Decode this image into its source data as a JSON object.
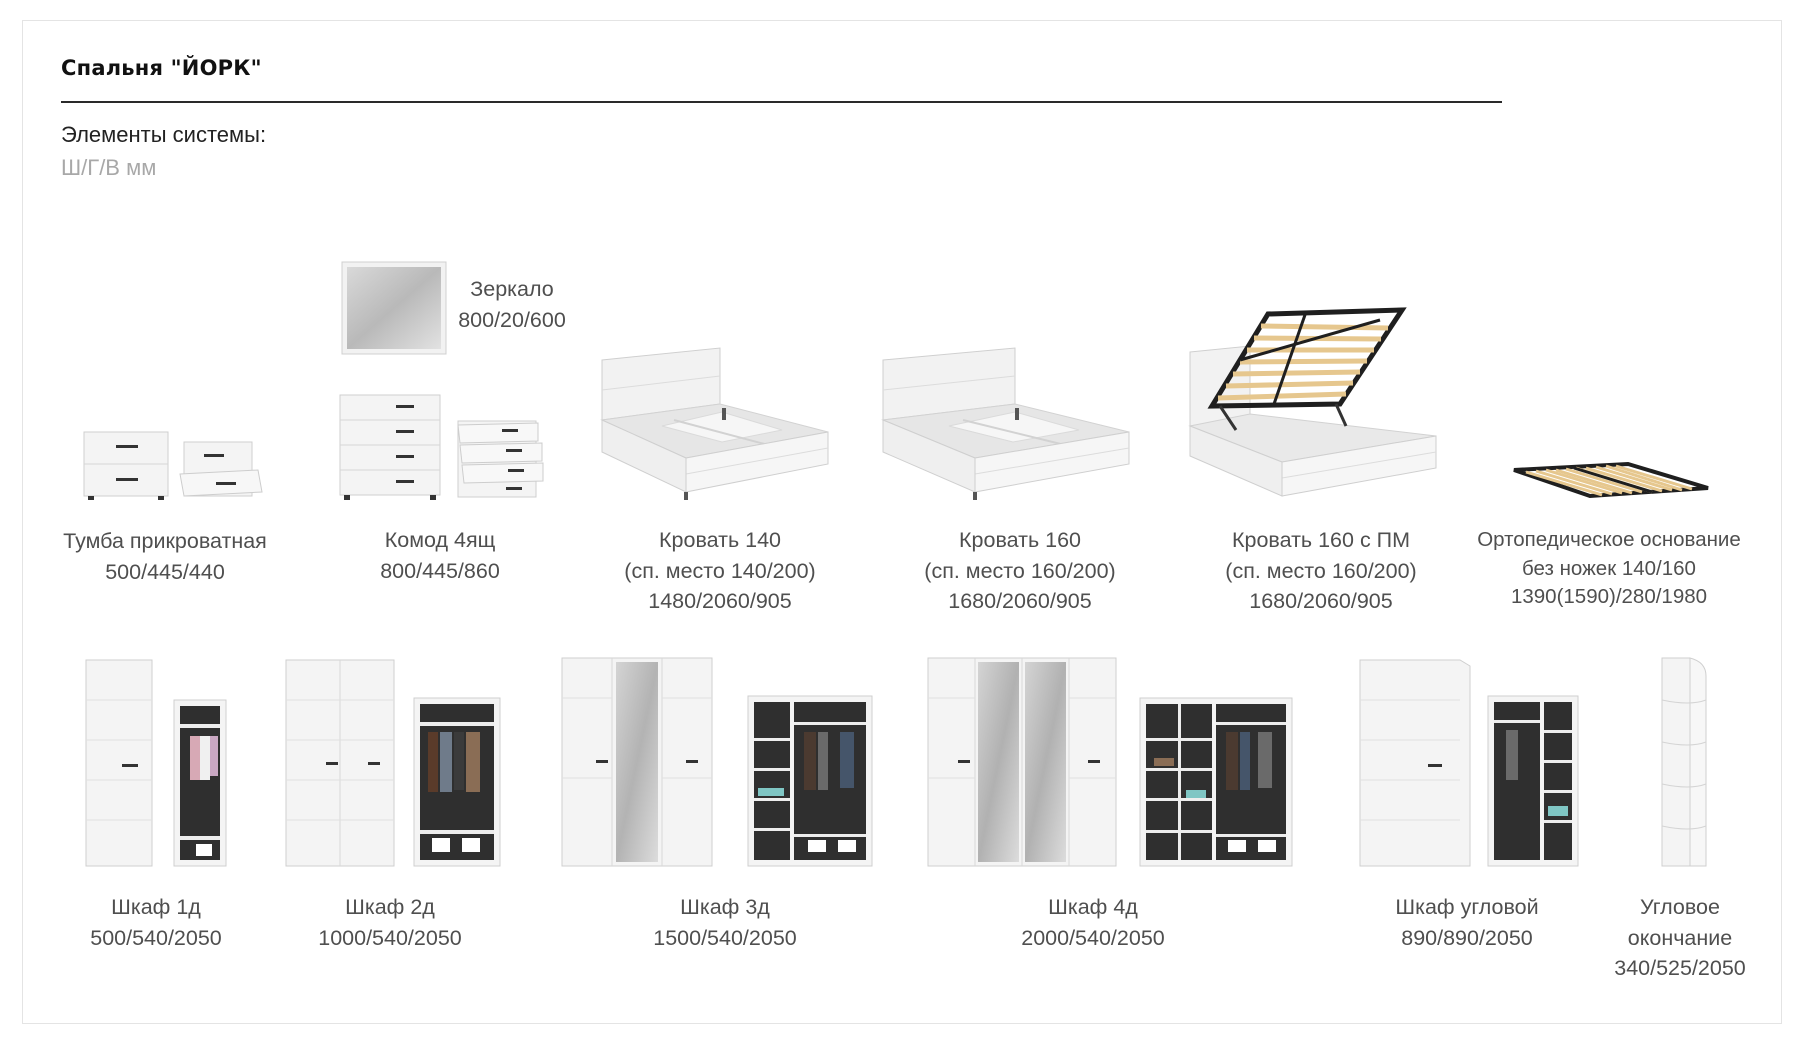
{
  "header": {
    "title": "Спальня \"ЙОРК\"",
    "subtitle": "Элементы системы:",
    "units": "Ш/Г/В мм"
  },
  "items": {
    "mirror": {
      "lines": [
        "Зеркало",
        "800/20/600"
      ]
    },
    "nightstand": {
      "lines": [
        "Тумба прикроватная",
        "500/445/440"
      ]
    },
    "dresser": {
      "lines": [
        "Комод 4ящ",
        "800/445/860"
      ]
    },
    "bed140": {
      "lines": [
        "Кровать 140",
        "(сп. место 140/200)",
        "1480/2060/905"
      ]
    },
    "bed160": {
      "lines": [
        "Кровать 160",
        "(сп. место 160/200)",
        "1680/2060/905"
      ]
    },
    "bed160pm": {
      "lines": [
        "Кровать 160 с ПМ",
        "(сп. место 160/200)",
        "1680/2060/905"
      ]
    },
    "base": {
      "lines": [
        "Ортопедическое основание",
        "без ножек 140/160",
        "1390(1590)/280/1980"
      ]
    },
    "wardrobe1": {
      "lines": [
        "Шкаф 1д",
        "500/540/2050"
      ]
    },
    "wardrobe2": {
      "lines": [
        "Шкаф 2д",
        "1000/540/2050"
      ]
    },
    "wardrobe3": {
      "lines": [
        "Шкаф 3д",
        "1500/540/2050"
      ]
    },
    "wardrobe4": {
      "lines": [
        "Шкаф 4д",
        "2000/540/2050"
      ]
    },
    "corner": {
      "lines": [
        "Шкаф угловой",
        "890/890/2050"
      ]
    },
    "endcap": {
      "lines": [
        "Угловое",
        "окончание",
        "340/525/2050"
      ]
    }
  },
  "colors": {
    "panel": "#f3f3f3",
    "edge": "#cfcfcf",
    "dark": "#2e2e2e",
    "slat": "#e9cf9a",
    "text": "#4f4f4f"
  }
}
